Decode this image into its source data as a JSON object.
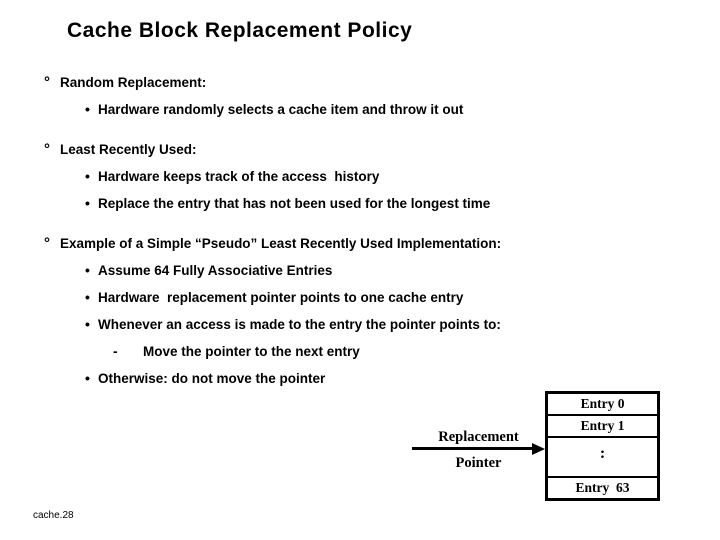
{
  "slide": {
    "title": "Cache Block Replacement Policy",
    "footer": "cache.28",
    "text_color": "#000000",
    "background_color": "#ffffff"
  },
  "content": {
    "lines": [
      {
        "level": 0,
        "marker": "°",
        "text": "Random Replacement:"
      },
      {
        "level": 1,
        "marker": "•",
        "text": "Hardware randomly selects a cache item and throw it out"
      },
      {
        "level": 0,
        "marker": "°",
        "text": "Least Recently Used:"
      },
      {
        "level": 1,
        "marker": "•",
        "text": "Hardware keeps track of the access  history"
      },
      {
        "level": 1,
        "marker": "•",
        "text": "Replace the entry that has not been used for the longest time"
      },
      {
        "level": 0,
        "marker": "°",
        "text": "Example of a Simple “Pseudo” Least Recently Used Implementation:"
      },
      {
        "level": 1,
        "marker": "•",
        "text": "Assume 64 Fully Associative Entries"
      },
      {
        "level": 1,
        "marker": "•",
        "text": "Hardware  replacement pointer points to one cache entry"
      },
      {
        "level": 1,
        "marker": "•",
        "text": "Whenever an access is made to the entry the pointer points to:"
      },
      {
        "level": 2,
        "marker": "-",
        "text": "Move the pointer to the next entry"
      },
      {
        "level": 1,
        "marker": "•",
        "text": "Otherwise: do not move the pointer"
      }
    ]
  },
  "diagram": {
    "pointer_label_line1": "Replacement",
    "pointer_label_line2": "Pointer",
    "entries": [
      "Entry 0",
      "Entry 1",
      ":",
      "Entry  63"
    ]
  }
}
